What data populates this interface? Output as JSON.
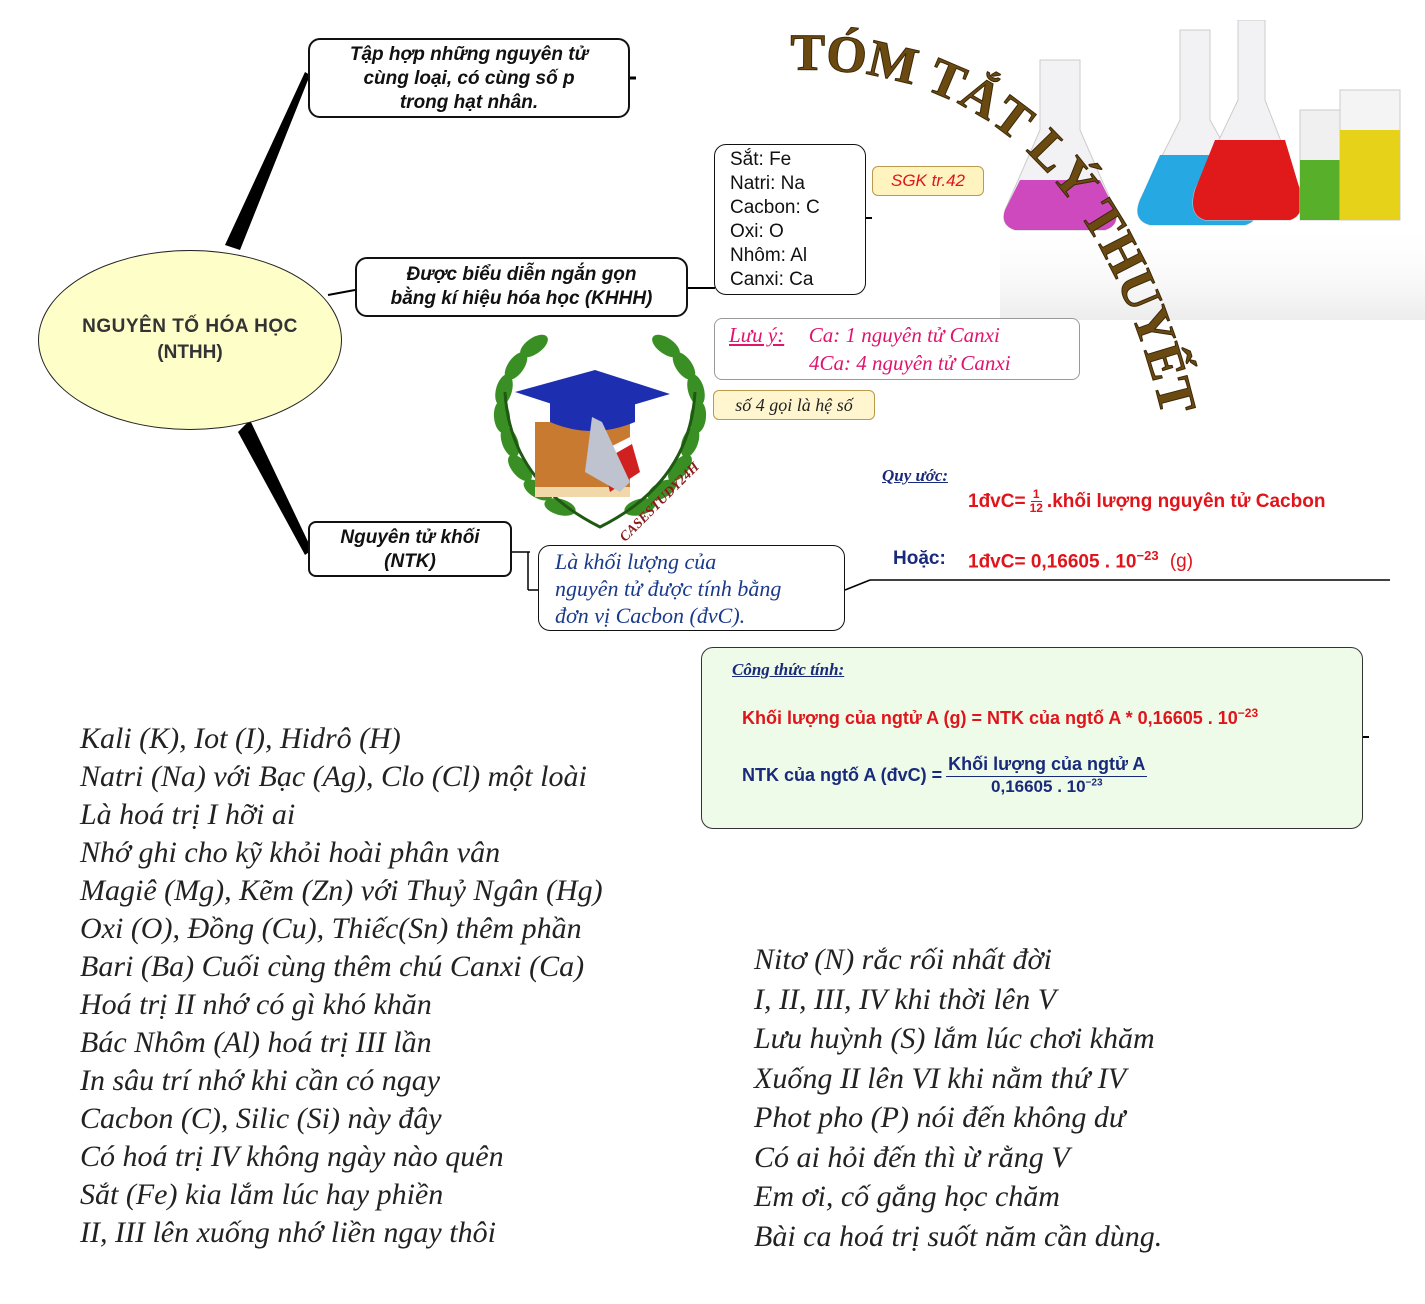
{
  "title": "TÓM TẮT LÝ THUYẾT",
  "center_node": {
    "line1": "NGUYÊN TỐ HÓA HỌC",
    "line2": "(NTHH)"
  },
  "def_box": {
    "line1": "Tập hợp những nguyên tử",
    "line2": "cùng loại, có cùng số p",
    "line3": "trong hạt nhân."
  },
  "symbol_box": {
    "line1": "Được biểu diễn ngắn gọn",
    "line2": "bằng kí hiệu hóa học (KHHH)"
  },
  "elements_list": [
    "Sắt: Fe",
    "Natri: Na",
    "Cacbon: C",
    "Oxi: O",
    "Nhôm: Al",
    "Canxi: Ca"
  ],
  "sgk_ref": "SGK tr.42",
  "note": {
    "label": "Lưu ý:",
    "line1": "Ca: 1 nguyên tử Canxi",
    "line2": "4Ca: 4 nguyên tử Canxi"
  },
  "coef_note": "số 4 gọi là hệ số",
  "logo_text": "CASESTUDY24H",
  "ntk_box": {
    "line1": "Nguyên tử khối",
    "line2": "(NTK)"
  },
  "ntk_def": {
    "line1": "Là khối lượng của",
    "line2": "nguyên tử được tính bằng",
    "line3": "đơn vị Cacbon (đvC)."
  },
  "convention": {
    "label": "Quy ước:",
    "f1_left": "1đvC=",
    "f1_num": "1",
    "f1_den": "12",
    "f1_right": ".khối lượng nguyên tử Cacbon",
    "or_label": "Hoặc:",
    "f2": "1đvC= 0,16605 . 10",
    "f2_exp": "−23",
    "f2_unit": "(g)"
  },
  "formula_box": {
    "label": "Công thức tính:",
    "f1": "Khối lượng của ngtử A (g) = NTK của ngtố A * 0,16605 . 10",
    "f1_exp": "−23",
    "f2_left": "NTK của ngtố A (đvC) =",
    "f2_num": "Khối lượng của ngtử A",
    "f2_den": "0,16605 . 10",
    "f2_den_exp": "−23"
  },
  "poem_left": [
    "Kali (K), Iot (I), Hidrô (H)",
    "Natri (Na) với Bạc (Ag), Clo (Cl) một loài",
    "Là hoá trị I hỡi ai",
    "Nhớ ghi cho kỹ khỏi hoài phân vân",
    "Magiê (Mg), Kẽm (Zn) với Thuỷ Ngân (Hg)",
    "Oxi (O), Đồng (Cu), Thiếc(Sn) thêm phần",
    "Bari (Ba) Cuối cùng thêm chú Canxi (Ca)",
    "Hoá trị II nhớ có gì khó khăn",
    "Bác Nhôm (Al) hoá trị III lần",
    "In sâu trí nhớ khi cần có ngay",
    "Cacbon (C), Silic (Si) này đây",
    "Có hoá trị IV không ngày nào quên",
    "Sắt (Fe) kia lắm lúc hay phiền",
    "II, III lên xuống nhớ liền ngay thôi"
  ],
  "poem_right": [
    "Nitơ (N) rắc rối nhất đời",
    "I, II, III, IV khi thời lên V",
    "Lưu huỳnh (S) lắm lúc chơi khăm",
    "Xuống II lên VI khi nằm thứ IV",
    "Phot pho (P) nói đến không dư",
    "Có ai hỏi đến thì ừ rằng V",
    "Em ơi, cố gắng học chăm",
    "Bài ca hoá trị suốt năm cần dùng."
  ],
  "colors": {
    "ellipse_fill": "#fefec8",
    "formula_bg": "#eefbe9",
    "red": "#e0141b",
    "navy": "#1a2a7a",
    "note_pink": "#e0146e",
    "title_brown": "#6b4a12"
  }
}
